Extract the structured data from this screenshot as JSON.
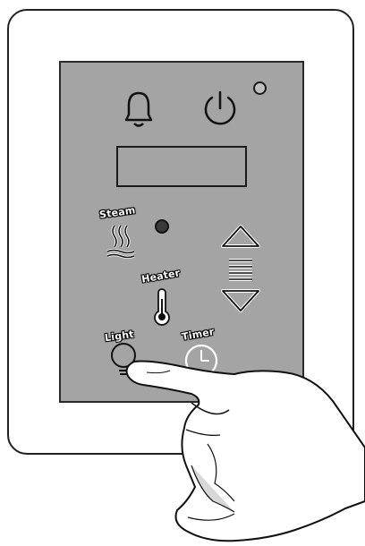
{
  "panel": {
    "display_text": "",
    "buttons": {
      "steam": {
        "label": "Steam"
      },
      "heater": {
        "label": "Heater"
      },
      "light": {
        "label": "Light"
      },
      "timer": {
        "label": "Timer"
      }
    },
    "icons": {
      "bell": "bell-icon",
      "power": "power-icon",
      "steam": "steam-icon",
      "thermometer": "thermometer-icon",
      "timer": "clock-icon",
      "up": "up-arrow-icon",
      "down": "down-arrow-icon",
      "level": "level-bars-icon"
    },
    "indicators": {
      "power_led": "off",
      "steam_led": "on"
    }
  },
  "colors": {
    "panel_bg": "#a4a4a4",
    "frame_border": "#222222",
    "label_text": "#ffffff",
    "steam_led": "#3a3a3a"
  }
}
